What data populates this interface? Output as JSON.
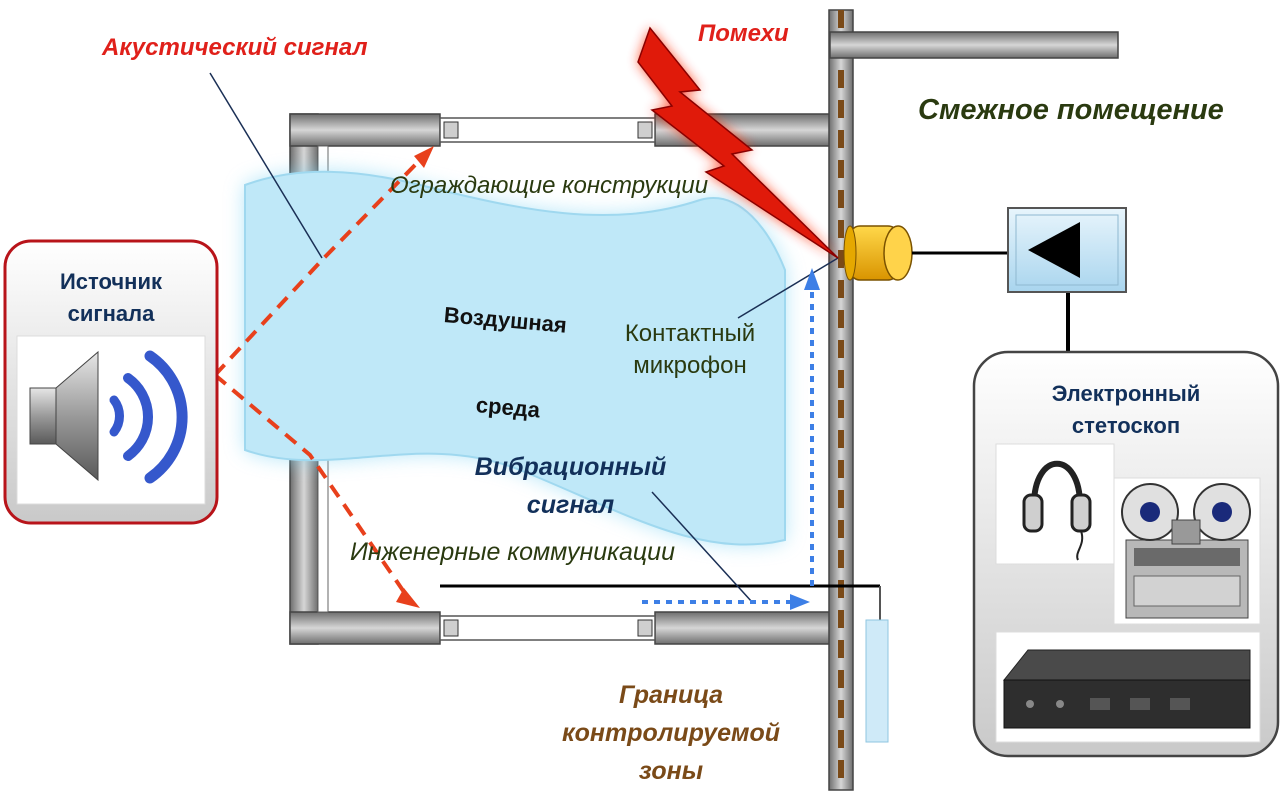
{
  "labels": {
    "acoustic_signal": "Акустический сигнал",
    "interference": "Помехи",
    "adjacent_room": "Смежное помещение",
    "enclosing_structures": "Ограждающие конструкции",
    "signal_source_line1": "Источник",
    "signal_source_line2": "сигнала",
    "air_line1": "Воздушная",
    "air_line2": "среда",
    "contact_mic_line1": "Контактный",
    "contact_mic_line2": "микрофон",
    "vibration_line1": "Вибрационный",
    "vibration_line2": "сигнал",
    "engineering": "Инженерные коммуникации",
    "boundary_line1": "Граница",
    "boundary_line2": "контролируемой",
    "boundary_line3": "зоны",
    "stethoscope_line1": "Электронный",
    "stethoscope_line2": "стетоскоп"
  },
  "colors": {
    "acoustic_red": "#e0201a",
    "boundary_brown": "#7a4a18",
    "dark_green": "#2a3a10",
    "navy": "#12305a",
    "wall_gray": "#a0a0a0",
    "air_blue": "#bfe8f8",
    "arrow_blue": "#3d7fe6",
    "mic_yellow": "#f2b800"
  },
  "icons": {
    "speaker": "speaker-icon",
    "lightning": "lightning-icon",
    "microphone": "contact-microphone-icon",
    "amplifier": "amplifier-triangle-icon",
    "headphones": "headphones-icon",
    "tape_recorder": "reel-tape-recorder-icon",
    "recorder_box": "digital-recorder-icon"
  }
}
